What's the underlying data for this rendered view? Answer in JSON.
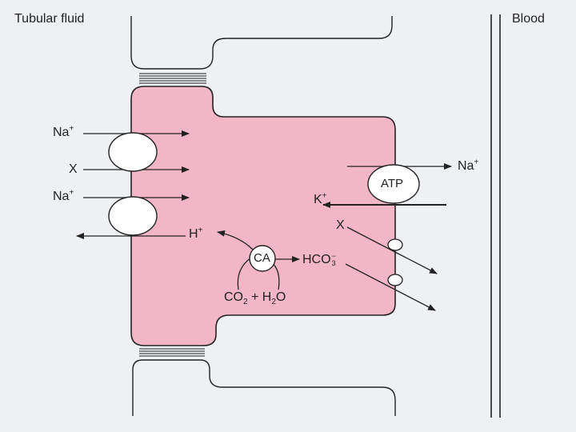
{
  "headers": {
    "lumen": "Tubular fluid",
    "blood": "Blood"
  },
  "lumen_side": {
    "na_top": {
      "base": "Na",
      "sup": "+"
    },
    "x": "X",
    "na_bottom": {
      "base": "Na",
      "sup": "+"
    },
    "h": {
      "base": "H",
      "sup": "+"
    }
  },
  "pump": {
    "label": "ATP"
  },
  "blood_side": {
    "na": {
      "base": "Na",
      "sup": "+"
    },
    "k": {
      "base": "K",
      "sup": "+"
    },
    "x": "X"
  },
  "enzyme": {
    "label": "CA"
  },
  "bicarbonate": {
    "base": "HCO",
    "sup": "−",
    "sub": "3"
  },
  "reaction": {
    "co2_base": "CO",
    "co2_sub": "2",
    "plus": " + ",
    "h2o_base": "H",
    "h2o_sub": "2",
    "h2o_end": "O"
  },
  "colors": {
    "cell_fill": "#f2b6c6",
    "background": "#eef0f4",
    "stroke": "#222222",
    "carrier_fill": "#ffffff"
  }
}
